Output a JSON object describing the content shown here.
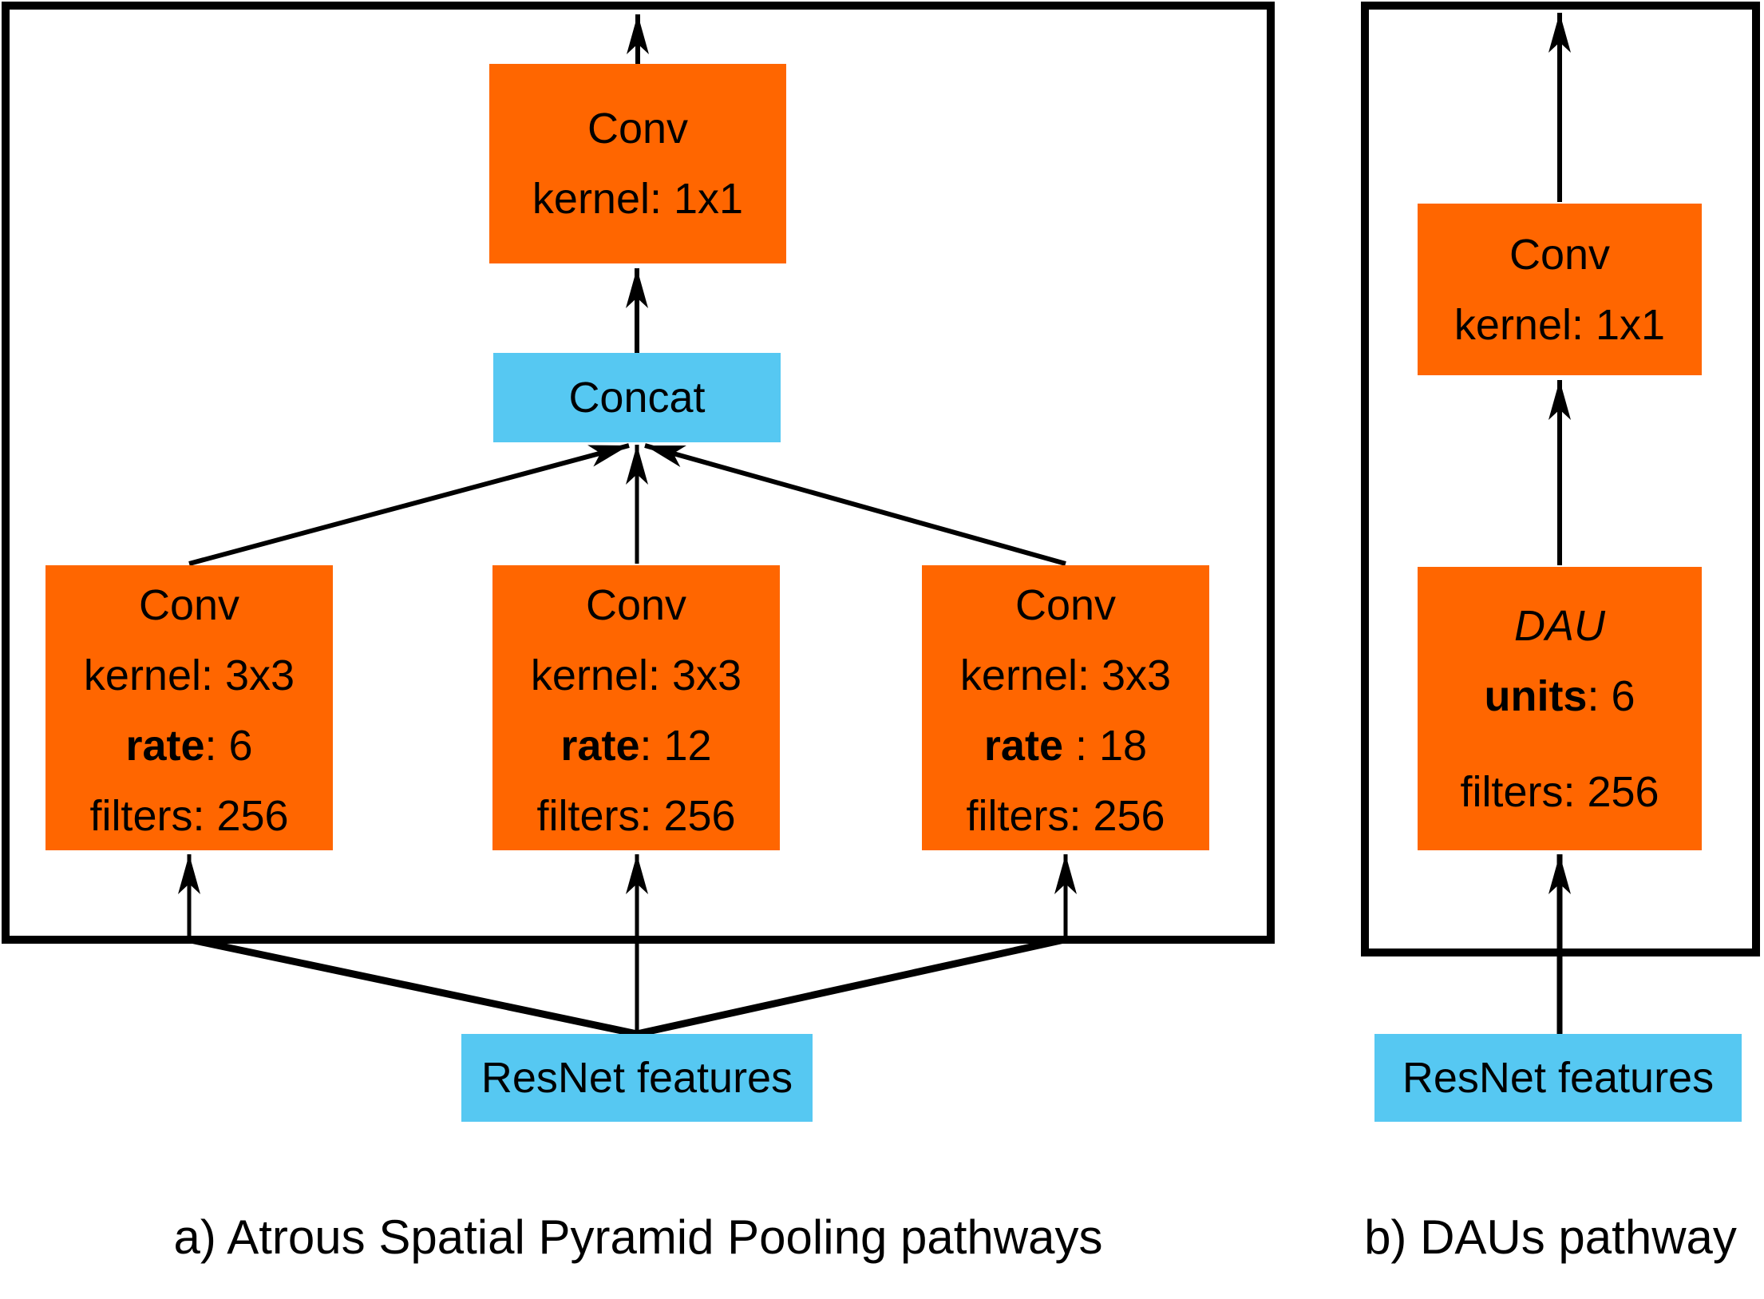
{
  "colors": {
    "orange": "#FF6600",
    "blue": "#56C8F2",
    "line": "#000000",
    "bg": "#FFFFFF"
  },
  "section_a": {
    "caption": "a) Atrous Spatial Pyramid Pooling pathways",
    "output_conv": {
      "title": "Conv",
      "kernel": "kernel: 1x1"
    },
    "concat_label": "Concat",
    "branches": [
      {
        "title": "Conv",
        "kernel": "kernel: 3x3",
        "rate_label": "rate",
        "rate_rest": ": 6",
        "filters": "filters: 256"
      },
      {
        "title": "Conv",
        "kernel": "kernel: 3x3",
        "rate_label": "rate",
        "rate_rest": ": 12",
        "filters": "filters: 256"
      },
      {
        "title": "Conv",
        "kernel": "kernel: 3x3",
        "rate_label": "rate",
        "rate_rest": " : 18",
        "filters": "filters: 256"
      }
    ],
    "input_label": "ResNet features"
  },
  "section_b": {
    "caption": "b) DAUs pathway",
    "output_conv": {
      "title": "Conv",
      "kernel": "kernel: 1x1"
    },
    "dau": {
      "title": "DAU",
      "units_label": "units",
      "units_rest": ": 6",
      "filters": "filters: 256"
    },
    "input_label": "ResNet features"
  }
}
